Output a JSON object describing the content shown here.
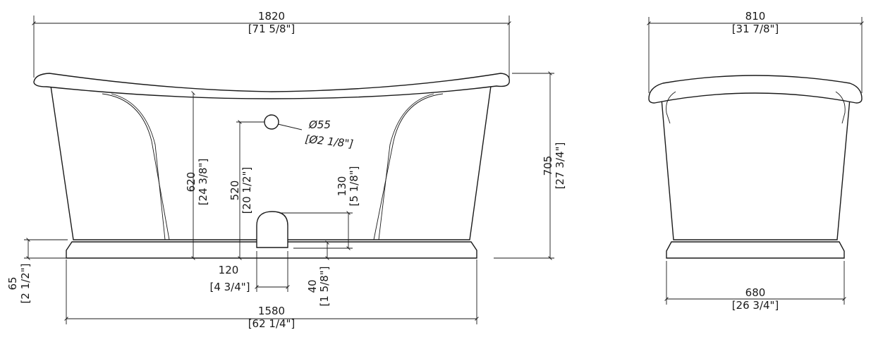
{
  "front_view": {
    "overall_length": {
      "mm": "1820",
      "inch": "[71 5/8\"]"
    },
    "base_length": {
      "mm": "1580",
      "inch": "[62 1/4\"]"
    },
    "overall_height": {
      "mm": "705",
      "inch": "[27 3/4\"]"
    },
    "rim_height": {
      "mm": "620",
      "inch": "[24 3/8\"]"
    },
    "overflow_height": {
      "mm": "520",
      "inch": "[20 1/2\"]"
    },
    "overflow_diameter": {
      "mm": "Ø55",
      "inch": "[Ø2 1/8\"]"
    },
    "waste_height": {
      "mm": "130",
      "inch": "[5 1/8\"]"
    },
    "waste_width": {
      "mm": "120",
      "inch": "[4 3/4\"]"
    },
    "waste_offset": {
      "mm": "40",
      "inch": "[1 5/8\"]"
    },
    "plinth_height": {
      "mm": "65",
      "inch": "[2 1/2\"]"
    }
  },
  "side_view": {
    "overall_width": {
      "mm": "810",
      "inch": "[31 7/8\"]"
    },
    "base_width": {
      "mm": "680",
      "inch": "[26 3/4\"]"
    }
  }
}
